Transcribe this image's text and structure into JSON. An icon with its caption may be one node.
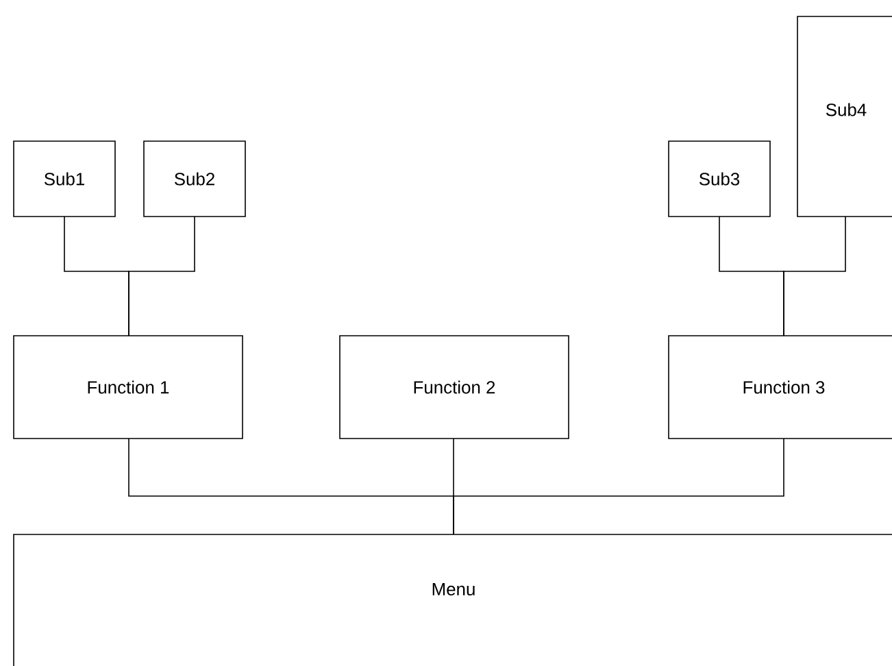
{
  "diagram": {
    "nodes": [
      {
        "text": [
          "Sub1"
        ]
      },
      {
        "text": [
          "Sub2"
        ]
      },
      {
        "text": [
          "Sub3"
        ]
      },
      {
        "text": [
          "Sub4"
        ]
      },
      {
        "text": [
          "Function 1"
        ]
      },
      {
        "text": [
          "Function 2"
        ]
      },
      {
        "text": [
          "Function 3"
        ]
      },
      {
        "text": [
          "Menu"
        ]
      }
    ],
    "edges": [
      {
        "from": 0,
        "to": 4,
        "arrow": "none"
      },
      {
        "from": 1,
        "to": 4,
        "arrow": "none"
      },
      {
        "from": 2,
        "to": 6,
        "arrow": "none"
      },
      {
        "from": 3,
        "to": 6,
        "arrow": "none"
      },
      {
        "from": 4,
        "to": 7,
        "arrow": "none"
      },
      {
        "from": 5,
        "to": 7,
        "arrow": "none"
      },
      {
        "from": 6,
        "to": 7,
        "arrow": "none"
      }
    ]
  }
}
